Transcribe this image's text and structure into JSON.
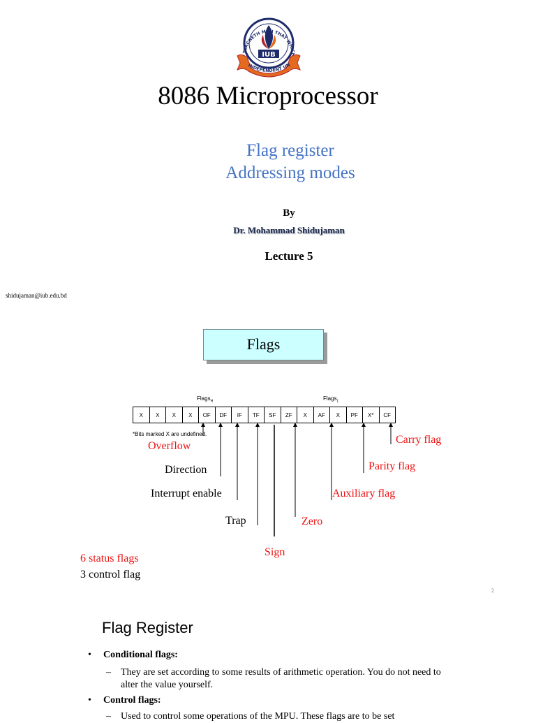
{
  "slide1": {
    "logo": {
      "text_arc": "TEACHETH MAN THAT WHICH HE KNEW NOT",
      "initials": "IUB",
      "banner": "INDEPENDENT UNIVERSITY",
      "colors": {
        "navy": "#1d2a6b",
        "orange": "#e36a1e",
        "red": "#b0242a"
      }
    },
    "title": "8086 Microprocessor",
    "subtitle_line1": "Flag register",
    "subtitle_line2": "Addressing modes",
    "by": "By",
    "author": "Dr. Mohammad Shidujaman",
    "lecture": "Lecture 5",
    "email": "shidujaman@iub.edu.bd"
  },
  "slide2": {
    "box_title": "Flags",
    "flags_h_label": "Flags",
    "flags_h_sub": "H",
    "flags_l_label": "Flags",
    "flags_l_sub": "L",
    "register_bits": [
      "X",
      "X",
      "X",
      "X",
      "OF",
      "DF",
      "IF",
      "TF",
      "SF",
      "ZF",
      "X",
      "AF",
      "X",
      "PF",
      "X*",
      "CF"
    ],
    "note": "*Bits marked X are undefined.",
    "labels": {
      "overflow": "Overflow",
      "direction": "Direction",
      "interrupt": "Interrupt enable",
      "trap": "Trap",
      "sign": "Sign",
      "zero": "Zero",
      "auxiliary": "Auxiliary flag",
      "parity": "Parity flag",
      "carry": "Carry flag"
    },
    "status_flags": "6 status flags",
    "control_flags": "3 control flag",
    "page_number": "2",
    "colors": {
      "red_label": "#ee1111",
      "box_fill": "#ccffff"
    }
  },
  "slide3": {
    "title": "Flag Register",
    "bullet1_label": "Conditional flags:",
    "bullet1_text": "They are set according to some results of arithmetic operation. You do not need to alter the value yourself.",
    "bullet2_label": "Control flags:",
    "bullet2_text": "Used to control some operations of the MPU. These flags are to be set"
  }
}
